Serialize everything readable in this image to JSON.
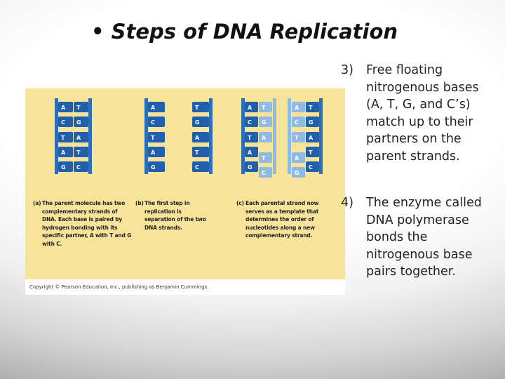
{
  "slide": {
    "title": "• Steps of DNA Replication"
  },
  "figure": {
    "panel_a": {
      "label": "(a)",
      "caption": "The parent molecule has two complementary strands of DNA. Each base is paired by hydrogen bonding with its specific partner, A with T and G with C.",
      "left_bases": [
        "A",
        "C",
        "T",
        "A",
        "G"
      ],
      "right_bases": [
        "T",
        "G",
        "A",
        "T",
        "C"
      ]
    },
    "panel_b": {
      "label": "(b)",
      "caption": "The first step in replication is separation of the two DNA strands.",
      "left_bases": [
        "A",
        "C",
        "T",
        "A",
        "G"
      ],
      "right_bases": [
        "T",
        "G",
        "A",
        "T",
        "C"
      ]
    },
    "panel_c": {
      "label": "(c)",
      "caption": "Each parental strand now serves as a template that determines the order of nucleotides along a new complementary strand.",
      "left_parent": [
        "A",
        "C",
        "T",
        "A",
        "G"
      ],
      "left_new": [
        "T",
        "G",
        "A",
        "T",
        "C"
      ],
      "right_new": [
        "A",
        "C",
        "T",
        "A",
        "G"
      ],
      "right_parent": [
        "T",
        "G",
        "A",
        "T",
        "C"
      ]
    },
    "copyright": "Copyright © Pearson Education, Inc., publishing as Benjamin Cummings.",
    "colors": {
      "background": "#f7e39a",
      "strand": "#2c6fb7",
      "new_strand": "#8fbbe3",
      "base": "#1f5fae"
    }
  },
  "steps": [
    {
      "number": "3)",
      "text": "Free floating nitrogenous bases (A, T, G, and C’s) match up to their partners on the parent strands."
    },
    {
      "number": "4)",
      "text": "The enzyme called DNA polymerase bonds the nitrogenous base pairs together."
    }
  ]
}
